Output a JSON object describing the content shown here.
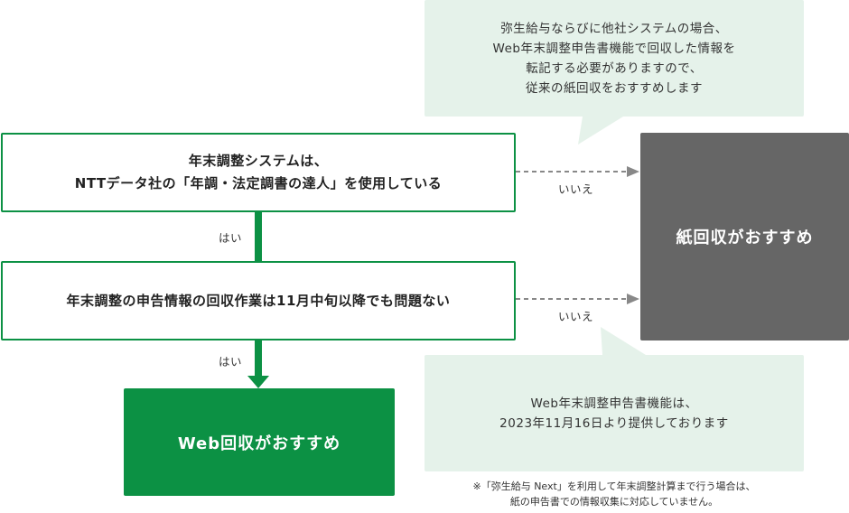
{
  "question1": "年末調整システムは、\nNTTデータ社の「年調・法定調書の達人」を使用している",
  "question2": "年末調整の申告情報の回収作業は11月中旬以降でも問題ない",
  "answers": {
    "no": "いいえ",
    "yes": "はい"
  },
  "result_paper": "紙回収がおすすめ",
  "result_web": "Web回収がおすすめ",
  "note_top": "弥生給与ならびに他社システムの場合、\nWeb年末調整申告書機能で回収した情報を\n転記する必要がありますので、\n従来の紙回収をおすすめします",
  "note_bottom": "Web年末調整申告書機能は、\n2023年11月16日より提供しております",
  "footnote": "※「弥生給与 Next」を利用して年末調整計算まで行う場合は、\n紙の申告書での情報収集に対応していません。",
  "colors": {
    "green": "#0c9144",
    "gray": "#666666",
    "note_bg": "#e5f2ea",
    "dashed": "#888888"
  }
}
